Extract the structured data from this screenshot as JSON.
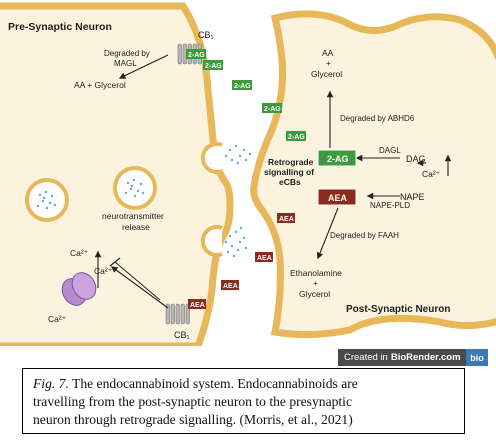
{
  "labels": {
    "pre_neuron": "Pre-Synaptic Neuron",
    "post_neuron": "Post-Synaptic Neuron",
    "cb1_top": "CB₁",
    "cb1_bottom": "CB₁",
    "degraded_magl_1": "Degraded by",
    "degraded_magl_2": "MAGL",
    "aa_glycerol": "AA + Glycerol",
    "aa_top_1": "AA",
    "aa_top_2": "+",
    "aa_top_3": "Glycerol",
    "degraded_abhd6": "Degraded by ABHD6",
    "dagl": "DAGL",
    "dag": "DAG",
    "ca_right": "Ca²⁺",
    "nape": "NAPE",
    "nape_pld": "NAPE-PLD",
    "degraded_faah": "Degraded by FAAH",
    "eth_1": "Ethanolamine",
    "eth_2": "+",
    "eth_3": "Glycerol",
    "retro_1": "Retrograde",
    "retro_2": "signalling of",
    "retro_3": "eCBs",
    "nt_1": "neurotransmitter",
    "nt_2": "release",
    "ca_in_1": "Ca²⁺",
    "ca_in_2": "Ca²⁺",
    "ca_out": "Ca²⁺"
  },
  "tags": {
    "two_ag": "2-AG",
    "aea": "AEA"
  },
  "credit": {
    "prefix": "Created in",
    "brand": "BioRender.com",
    "badge": "bio"
  },
  "caption": {
    "fig_label": "Fig. 7.",
    "line1_rest": " The endocannabinoid system. Endocannabinoids are",
    "line2": "travelling from the post-synaptic neuron to the presynaptic",
    "line3": "neuron through retrograde signalling. (Morris, et al., 2021)"
  },
  "colors": {
    "membrane": "#e8b75a",
    "cytoplasm": "#fbf3de",
    "two_ag": "#3d9a3f",
    "aea": "#8c2a1e",
    "receptor": "#b6b6b6",
    "channel": "#b58ad0",
    "vesicle_dots": "#5aaed6"
  }
}
